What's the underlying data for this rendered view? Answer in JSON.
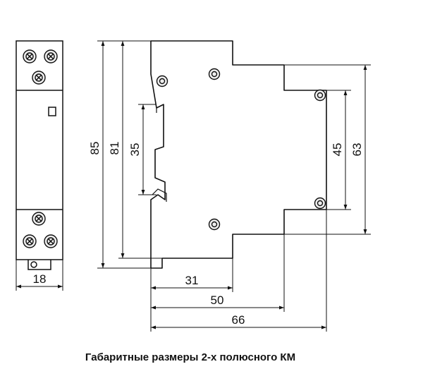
{
  "dimensions": {
    "width_18": "18",
    "height_85": "85",
    "height_81": "81",
    "height_35": "35",
    "height_45": "45",
    "height_63": "63",
    "depth_31": "31",
    "depth_50": "50",
    "depth_66": "66"
  },
  "caption": "Габаритные размеры 2-х полюсного КМ",
  "colors": {
    "line": "#111111",
    "body_fill": "#ffffff",
    "terminal_fill": "#eeeeee"
  }
}
